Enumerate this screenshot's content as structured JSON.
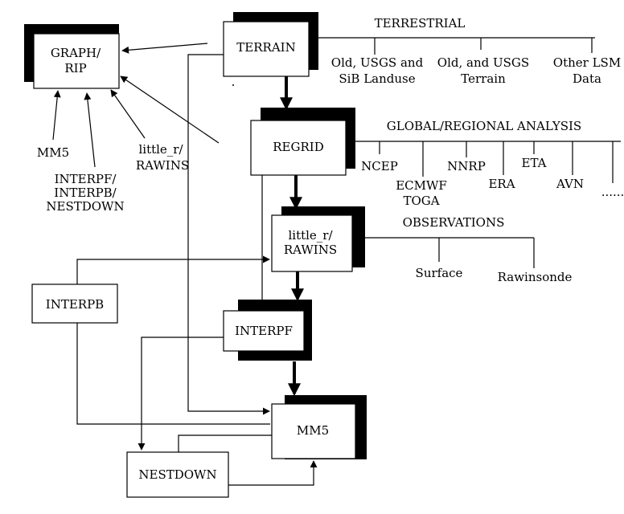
{
  "boxes": {
    "graph_rip": [
      "GRAPH/",
      "RIP"
    ],
    "terrain": "TERRAIN",
    "regrid": "REGRID",
    "little_r": [
      "little_r/",
      "RAWINS"
    ],
    "interpb": "INTERPB",
    "interpf": "INTERPF",
    "mm5": "MM5",
    "nestdown": "NESTDOWN"
  },
  "graph_inputs": {
    "mm5": "MM5",
    "interp": [
      "INTERPF/",
      "INTERPB/",
      "NESTDOWN"
    ],
    "little_r": [
      "little_r/",
      "RAWINS"
    ]
  },
  "terrestrial": {
    "title": "TERRESTRIAL",
    "items": [
      [
        "Old, USGS and",
        "SiB Landuse"
      ],
      [
        "Old, and USGS",
        "Terrain"
      ],
      [
        "Other LSM",
        "Data"
      ]
    ]
  },
  "global_analysis": {
    "title": "GLOBAL/REGIONAL ANALYSIS",
    "items": [
      "NCEP",
      "ECMWF",
      "TOGA",
      "NNRP",
      "ERA",
      "ETA",
      "AVN",
      "......"
    ]
  },
  "observations": {
    "title": "OBSERVATIONS",
    "items": [
      "Surface",
      "Rawinsonde"
    ]
  }
}
